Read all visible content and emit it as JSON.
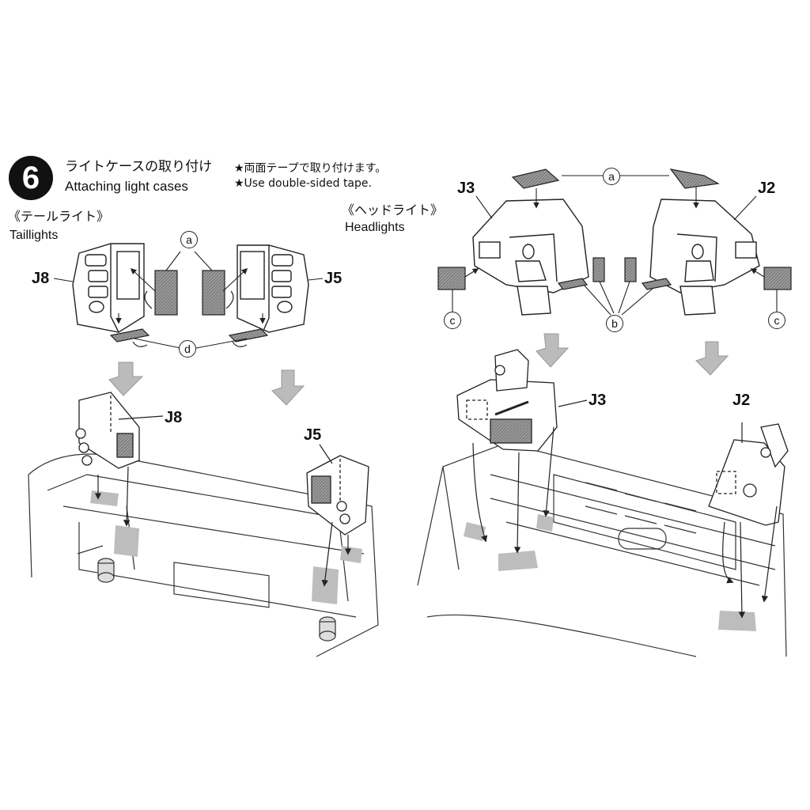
{
  "step": {
    "number": "6",
    "title_jp": "ライトケースの取り付け",
    "title_en": "Attaching light cases"
  },
  "notes": {
    "jp": "★両面テープで取り付けます。",
    "en": "★Use double-sided tape."
  },
  "taillights": {
    "heading_jp": "《テールライト》",
    "heading_en": "Taillights",
    "part_left": "J8",
    "part_right": "J5",
    "tape_a": "a",
    "tape_d": "d"
  },
  "headlights": {
    "heading_jp": "《ヘッドライト》",
    "heading_en": "Headlights",
    "part_left": "J3",
    "part_right": "J2",
    "tape_a": "a",
    "tape_b": "b",
    "tape_c_left": "c",
    "tape_c_right": "c"
  },
  "colors": {
    "line": "#222222",
    "tape_fill": "#8a8a8a",
    "arrow_gray": "#b4b4b4"
  }
}
